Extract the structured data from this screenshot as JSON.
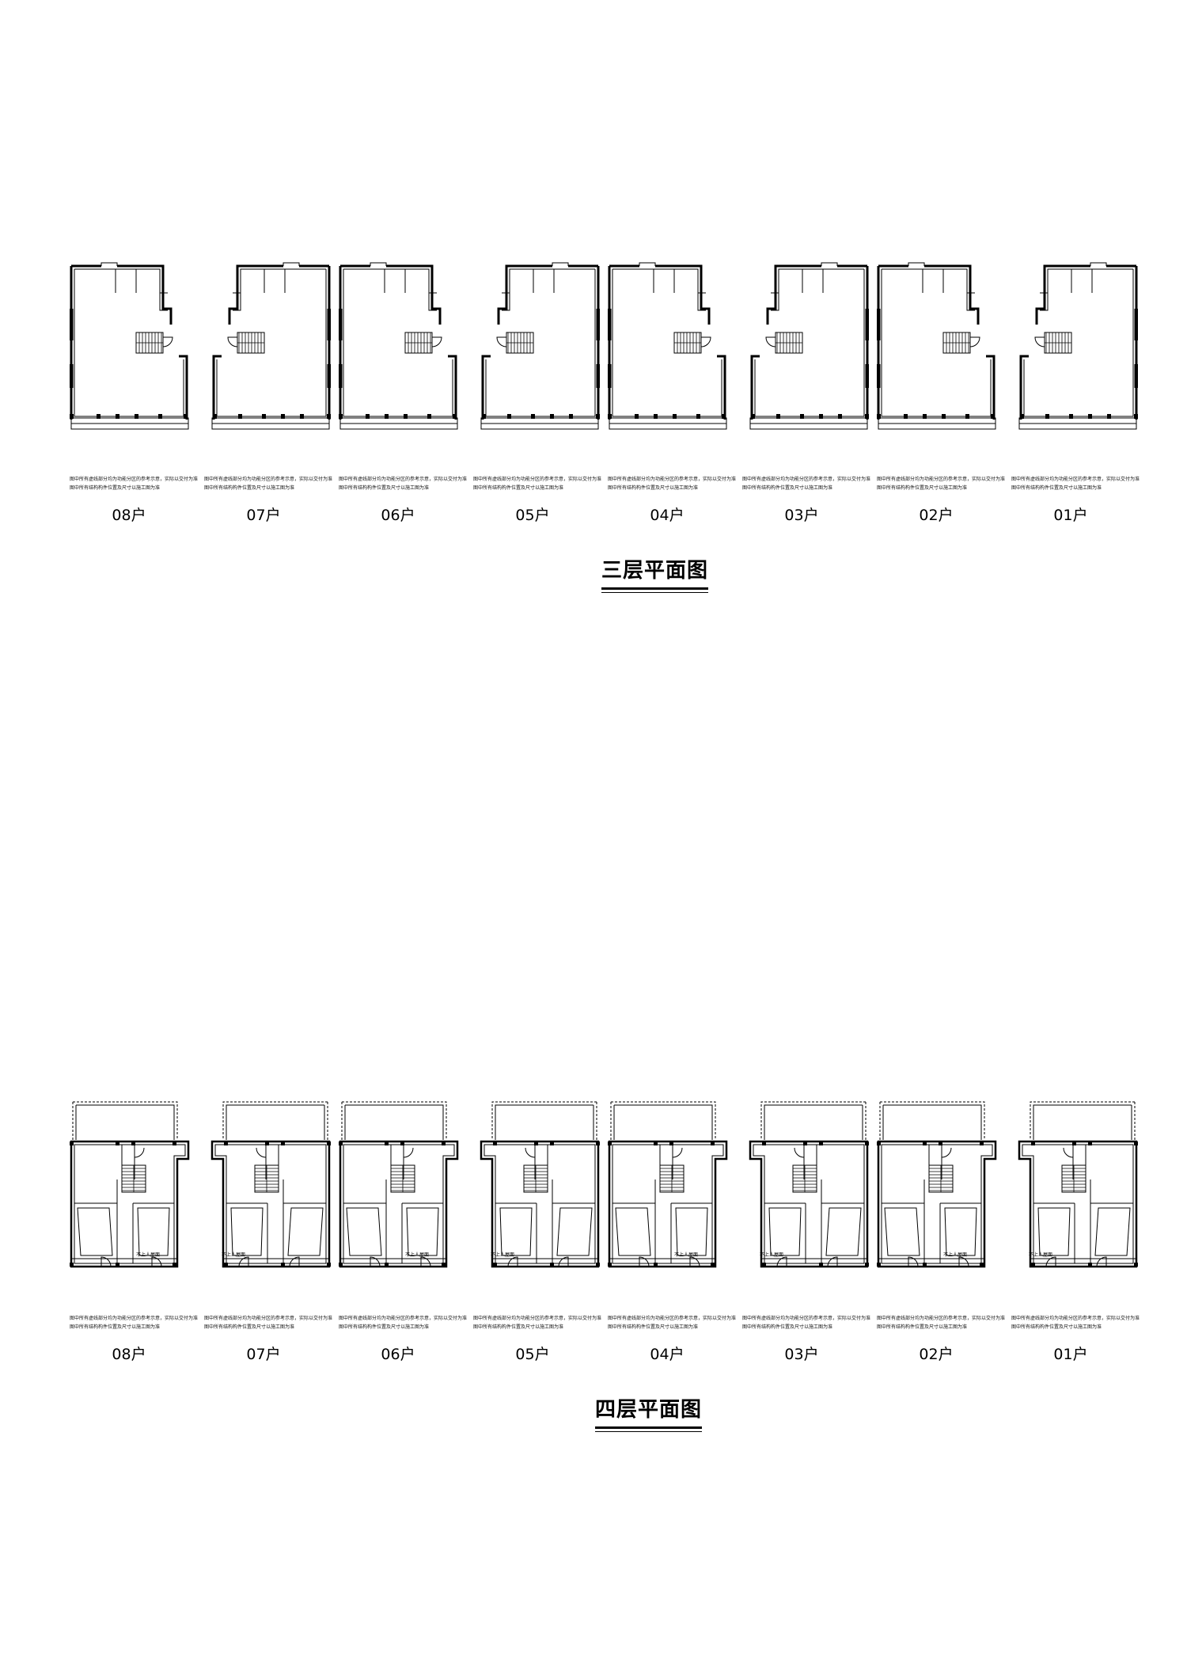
{
  "note_lines": [
    "图中所有虚线部分均为功能分区的参考示意，实际以交付为准",
    "图中所有结构构件位置及尺寸以施工图为准"
  ],
  "floor3": {
    "title": "三层平面图",
    "units": [
      "08户",
      "07户",
      "06户",
      "05户",
      "04户",
      "03户",
      "02户",
      "01户"
    ]
  },
  "floor4": {
    "title": "四层平面图",
    "units": [
      "08户",
      "07户",
      "06户",
      "05户",
      "04户",
      "03户",
      "02户",
      "01户"
    ],
    "room_label": "不上人屋面"
  }
}
